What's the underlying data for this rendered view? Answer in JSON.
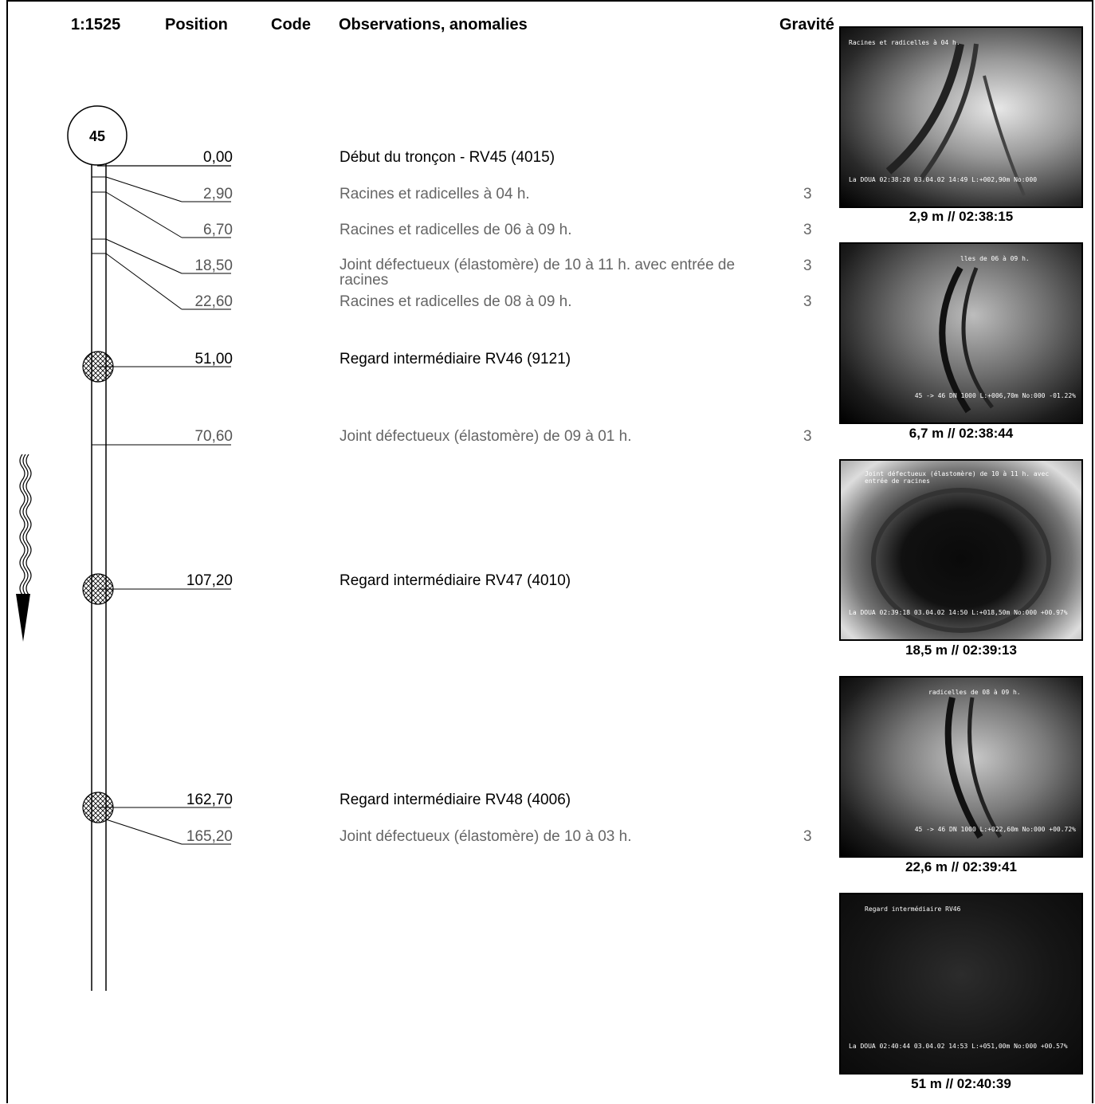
{
  "header": {
    "scale": "1:1525",
    "position": "Position",
    "code": "Code",
    "observations": "Observations, anomalies",
    "gravity": "Gravité"
  },
  "start_node": "45",
  "entries": [
    {
      "position": "0,00",
      "observation": "Début du tronçon - RV45 (4015)",
      "gravity": ""
    },
    {
      "position": "2,90",
      "observation": "Racines et radicelles à 04 h.",
      "gravity": "3"
    },
    {
      "position": "6,70",
      "observation": "Racines et radicelles de 06 à 09 h.",
      "gravity": "3"
    },
    {
      "position": "18,50",
      "observation": "Joint défectueux (élastomère) de 10 à 11 h. avec entrée de racines",
      "gravity": "3"
    },
    {
      "position": "22,60",
      "observation": "Racines et radicelles de 08 à 09 h.",
      "gravity": "3"
    },
    {
      "position": "51,00",
      "observation": "Regard intermédiaire RV46 (9121)",
      "gravity": ""
    },
    {
      "position": "70,60",
      "observation": "Joint défectueux (élastomère) de 09 à 01 h.",
      "gravity": "3"
    },
    {
      "position": "107,20",
      "observation": "Regard intermédiaire RV47 (4010)",
      "gravity": ""
    },
    {
      "position": "162,70",
      "observation": "Regard intermédiaire RV48 (4006)",
      "gravity": ""
    },
    {
      "position": "165,20",
      "observation": "Joint défectueux (élastomère) de 10 à 03 h.",
      "gravity": "3"
    }
  ],
  "photos": [
    {
      "caption": "2,9 m // 02:38:15",
      "overlay_top": "Racines et radicelles à 04 h.",
      "overlay_bottom": "La DOUA 02:38:20 03.04.02 14:49 L:+002,90m No:000"
    },
    {
      "caption": "6,7 m // 02:38:44",
      "overlay_top": "lles de 06 à 09 h.",
      "overlay_bottom": "45 -> 46 DN 1000 L:+006,70m No:000 -01.22%"
    },
    {
      "caption": "18,5 m // 02:39:13",
      "overlay_top": "Joint défectueux (élastomère) de 10 à 11 h. avec entrée de racines",
      "overlay_bottom": "La DOUA 02:39:18 03.04.02 14:50 L:+018,50m No:000 +00.97%"
    },
    {
      "caption": "22,6 m // 02:39:41",
      "overlay_top": "radicelles de 08 à 09 h.",
      "overlay_bottom": "45 -> 46 DN 1000 L:+022,60m No:000 +00.72%"
    },
    {
      "caption": "51 m // 02:40:39",
      "overlay_top": "Regard intermédiaire RV46",
      "overlay_bottom": "La DOUA 02:40:44 03.04.02 14:53 L:+051,00m No:000 +00.57%"
    }
  ],
  "colors": {
    "ink": "#000000",
    "minor_text": "#666666",
    "photo_dark": "#1a1a1a"
  }
}
